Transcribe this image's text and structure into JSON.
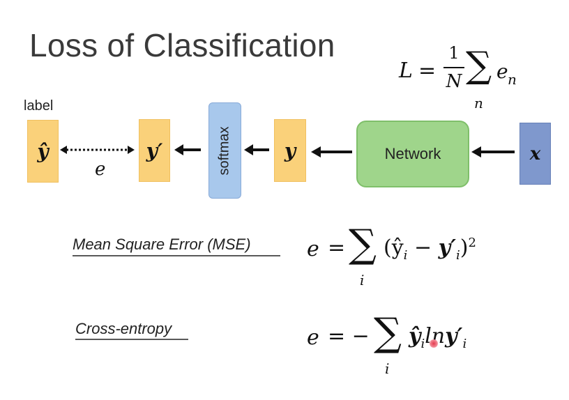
{
  "title": "Loss of Classification",
  "loss_formula": {
    "lhs": "L",
    "eq": "=",
    "num": "1",
    "den": "N",
    "sum_sym": "∑",
    "sum_sub": "n",
    "term_base": "e",
    "term_sub": "n"
  },
  "pipeline": {
    "label_text": "label",
    "y_hat": "ŷ",
    "e_symbol": "e",
    "y_prime": "y′",
    "softmax": "softmax",
    "y": "y",
    "network": "Network",
    "x": "x"
  },
  "mse": {
    "name": "Mean Square Error (MSE)",
    "lhs": "e",
    "eq": "=",
    "sum_sym": "∑",
    "sum_sub": "i",
    "expr": "(ŷ",
    "sub_i": "i",
    "minus": " − ",
    "y_prime": "y′",
    "sub_i2": "i",
    "close": ")",
    "sup": "2"
  },
  "ce": {
    "name": "Cross-entropy",
    "lhs": "e",
    "eq": "= −",
    "sum_sym": "∑",
    "sum_sub": "i",
    "y_hat": "ŷ",
    "sub_i": "i",
    "ln": "ln",
    "y_prime": "y′",
    "sub_i2": "i"
  },
  "colors": {
    "label_box": "#fad17a",
    "network": "#9fd58b",
    "softmax": "#a8c8ec",
    "input": "#7f98cd",
    "cursor_dot": "#e33b4f"
  }
}
